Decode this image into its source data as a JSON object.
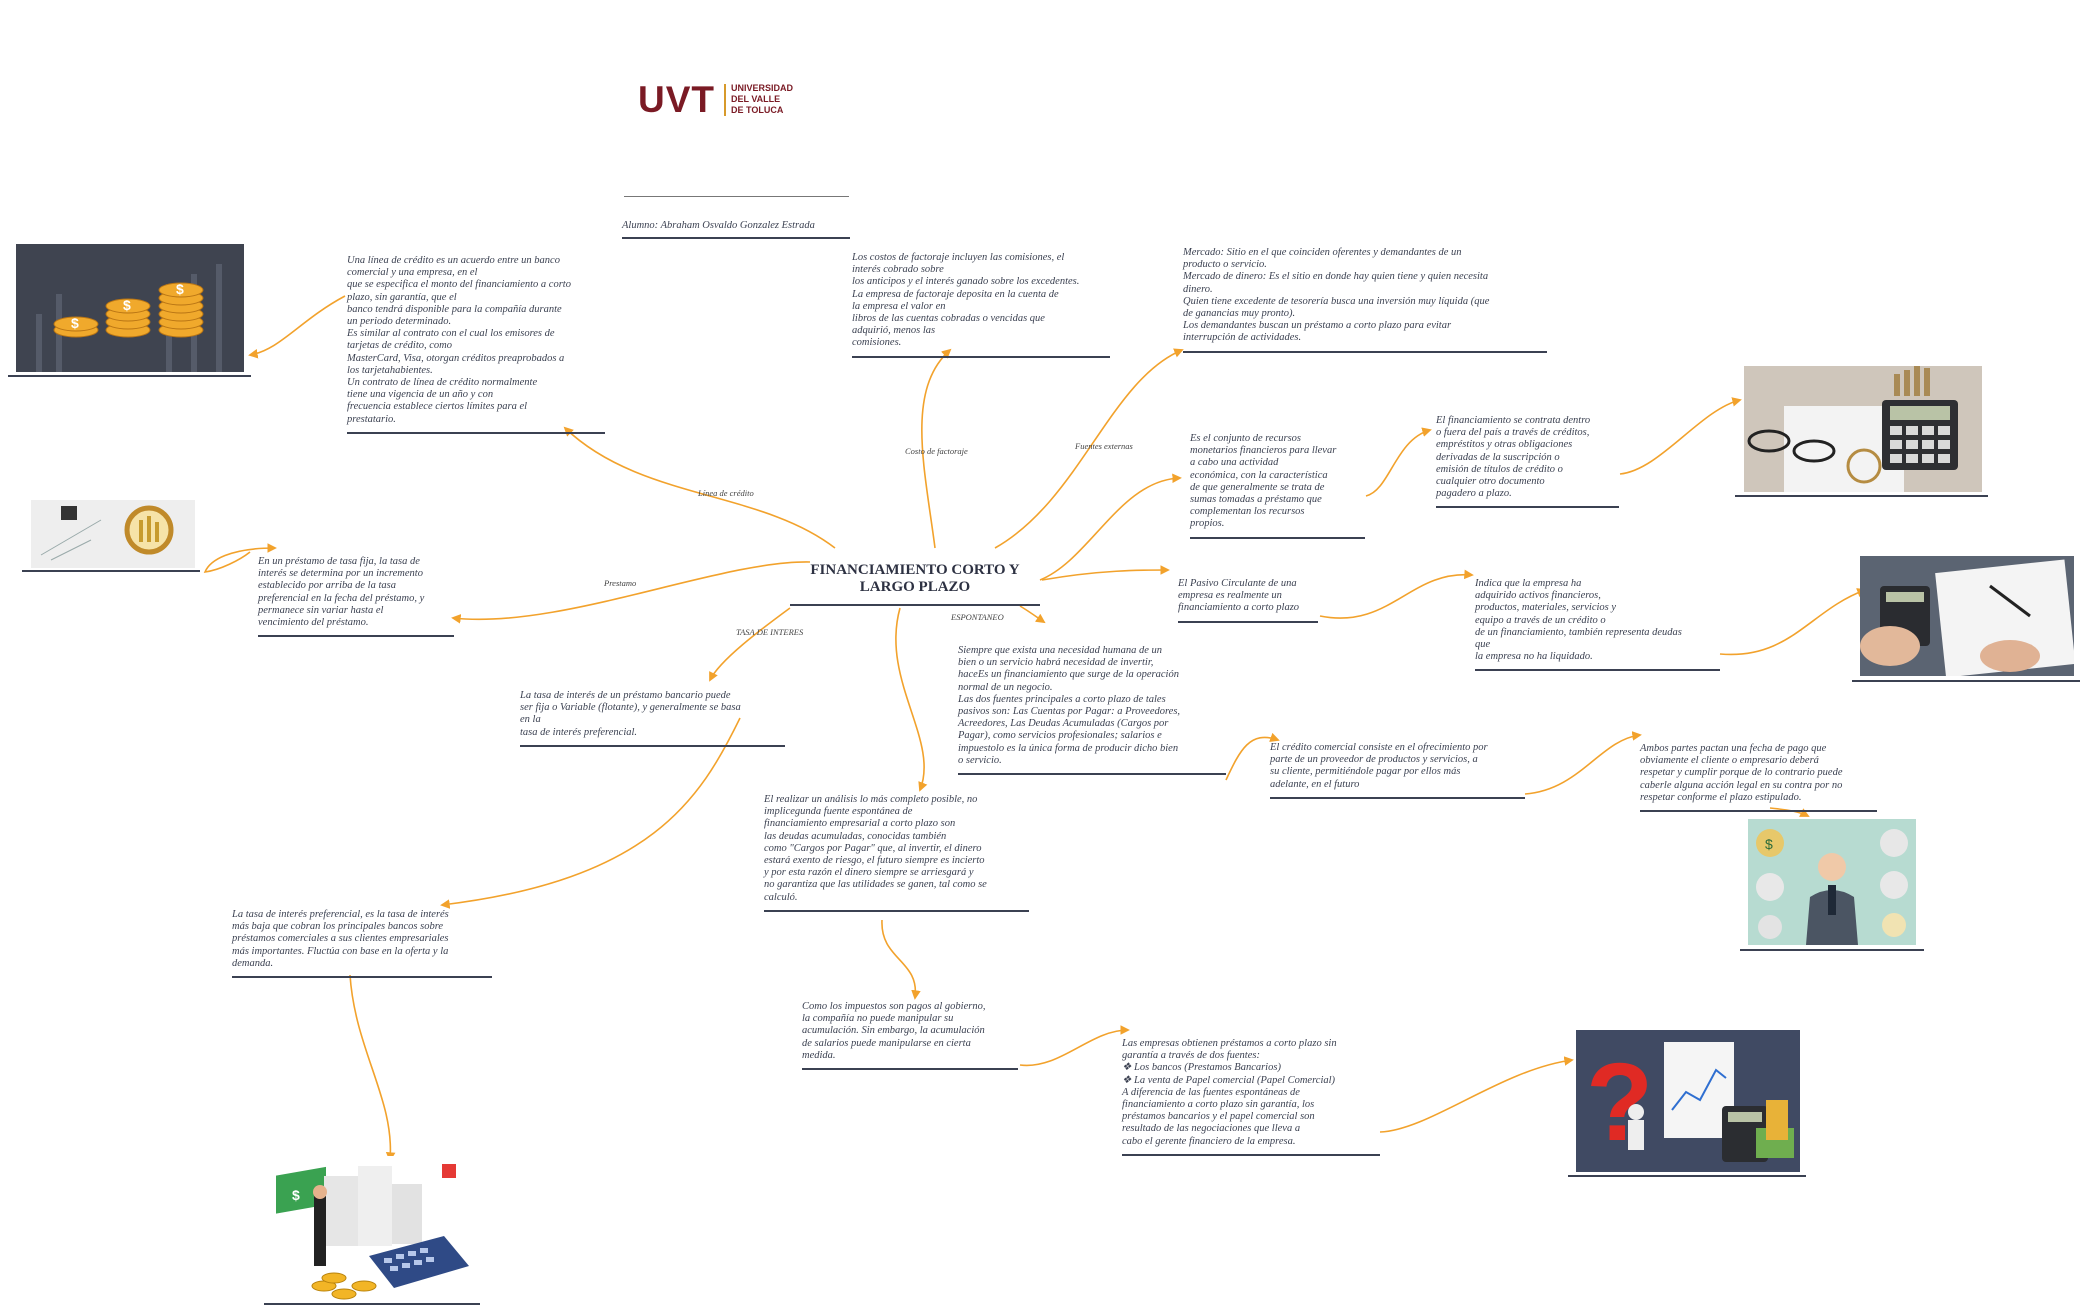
{
  "logo": {
    "mark": "UVT",
    "name": "UNIVERSIDAD\nDEL VALLE\nDE TOLUCA"
  },
  "student": "Alumno: Abraham Osvaldo Gonzalez Estrada",
  "central": "FINANCIAMIENTO CORTO Y\nLARGO PLAZO",
  "edge_labels": {
    "linea": "Línea de crédito",
    "costo": "Costo de factoraje",
    "fuentes": "Fuentes externas",
    "prestamo": "Prestamo",
    "tasa": "TASA DE INTERES",
    "espontaneo": "ESPONTANEO"
  },
  "notes": {
    "linea": "Una línea de crédito es un acuerdo entre un banco\ncomercial y una empresa, en el\nque se especifica el monto del financiamiento a corto\nplazo, sin garantía, que el\nbanco tendrá disponible para la compañía durante\nun periodo determinado.\n Es similar al contrato con el cual los emisores de\ntarjetas de crédito, como\nMasterCard, Visa, otorgan créditos preaprobados a\nlos tarjetahabientes.\n Un contrato de línea de crédito normalmente\ntiene una vigencia de un año y con\nfrecuencia establece ciertos límites para el\nprestatario.",
    "costo": "Los costos de factoraje incluyen las comisiones, el\ninterés cobrado sobre\nlos anticipos y el interés ganado sobre los excedentes.\n La empresa de factoraje deposita en la cuenta de\nla empresa el valor en\nlibros de las cuentas cobradas o vencidas que\nadquirió, menos las\ncomisiones.",
    "mercado": " Mercado: Sitio en el que coinciden oferentes y demandantes de un\nproducto o servicio.\n Mercado de dinero: Es el sitio en donde hay quien tiene y quien necesita\ndinero.\n Quien tiene excedente de tesorería busca una inversión muy líquida (que\nde ganancias muy pronto).\n Los demandantes buscan un préstamo a corto plazo para evitar\ninterrupción de actividades.",
    "conjunto": "Es el conjunto de recursos\nmonetarios financieros para llevar\na cabo una actividad\neconómica, con la característica\nde que generalmente se trata de\nsumas tomadas a préstamo que\ncomplementan los recursos\npropios.",
    "contrata": "El financiamiento se contrata dentro\no fuera del país a través de créditos,\nempréstitos y otras obligaciones\nderivadas de la suscripción o\nemisión de títulos de crédito o\ncualquier otro documento\npagadero a plazo.",
    "prestamo": "En un préstamo de tasa fija, la tasa de\ninterés se determina por un incremento\nestablecido por arriba de la tasa\npreferencial en la fecha del préstamo, y\npermanece sin variar hasta el\nvencimiento del préstamo.",
    "pasivo": "El Pasivo Circulante de una\nempresa es realmente un\nfinanciamiento a corto plazo",
    "indica": "Indica que la empresa ha\nadquirido activos financieros,\nproductos, materiales, servicios y\nequipo a través de un crédito o\nde un financiamiento, también representa deudas\nque\nla empresa no ha liquidado.",
    "siempre": "Siempre que exista una necesidad humana de un\nbien o un servicio habrá necesidad de invertir,\nhaceEs un financiamiento que surge de la operación\nnormal de un negocio.\nLas dos fuentes principales a corto plazo de tales\npasivos son: Las Cuentas por Pagar: a Proveedores,\nAcreedores, Las Deudas Acumuladas (Cargos por\nPagar), como servicios profesionales; salarios e\nimpuestolo es la única forma de producir dicho bien\no servicio.",
    "tasa": "La tasa de interés de un préstamo bancario puede\nser fija o Variable (flotante), y generalmente se basa\nen la\ntasa de interés preferencial.",
    "credito": "El crédito comercial consiste en el ofrecimiento por\nparte de un proveedor de productos y servicios, a\nsu cliente, permitiéndole pagar por ellos más\nadelante, en el futuro",
    "ambos": "Ambos partes pactan una fecha de pago que\nobviamente el cliente o empresario deberá\nrespetar y cumplir porque de lo contrario puede\ncaberle alguna acción legal en su contra por no\nrespetar conforme el plazo estipulado.",
    "analisis": "El realizar un análisis lo más completo posible, no\nimplicegunda fuente espontánea de\nfinanciamiento empresarial a corto plazo son\nlas deudas acumuladas, conocidas también\ncomo \"Cargos por Pagar\" que, al invertir, el dinero\nestará exento de riesgo, el futuro siempre es incierto\ny por esta razón el dinero siempre se arriesgará y\nno garantiza que las utilidades se ganen, tal como se\ncalculó.",
    "preferencial": "La tasa de interés preferencial, es la tasa de interés\nmás baja que cobran los principales bancos sobre\npréstamos comerciales a sus clientes empresariales\nmás importantes. Fluctúa con base en la oferta y la\ndemanda.",
    "impuestos": "Como los impuestos son pagos al gobierno,\nla compañía no puede manipular su\nacumulación. Sin embargo, la acumulación\nde salarios puede manipularse en cierta\nmedida.",
    "sin_garantia": "Las empresas obtienen préstamos a corto plazo sin\ngarantía a través de dos fuentes:\n❖ Los bancos (Prestamos Bancarios)\n❖ La venta de Papel comercial (Papel Comercial)\n A diferencia de las fuentes espontáneas de\nfinanciamiento a corto plazo sin garantía, los\npréstamos bancarios y el papel comercial son\nresultado de las negociaciones que lleva a\ncabo el gerente financiero de la empresa."
  },
  "colors": {
    "arrow": "#f2a22c",
    "line": "#3b4152",
    "text": "#3c4252",
    "brand": "#7a1a24",
    "brand_accent": "#d79a2b"
  }
}
